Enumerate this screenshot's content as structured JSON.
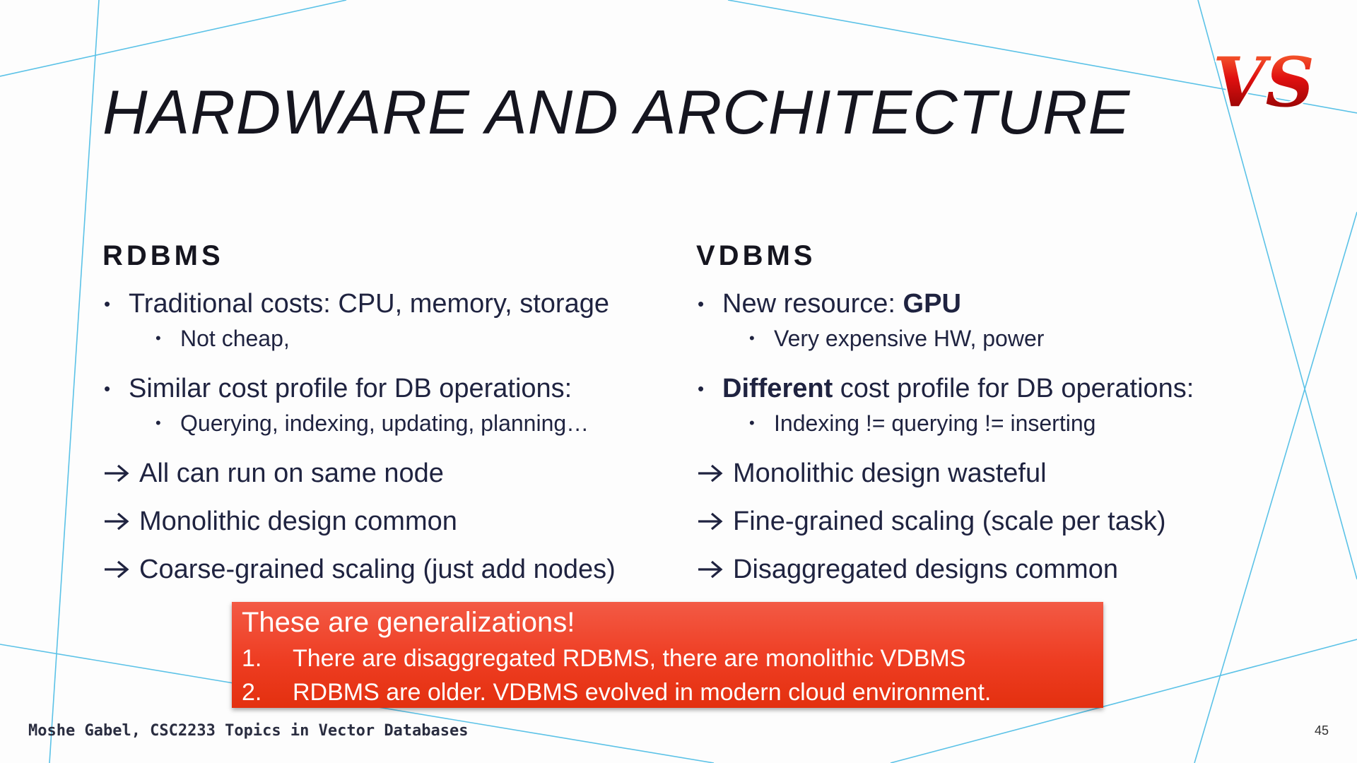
{
  "slide": {
    "title": "HARDWARE AND ARCHITECTURE",
    "logo_text": "VS",
    "accent_color": "#5bc2e7",
    "callout_color": "#ee3d22"
  },
  "left": {
    "heading": "RDBMS",
    "bullet1": "Traditional costs: CPU, memory, storage",
    "sub1": "Not cheap,",
    "bullet2": "Similar cost profile for DB operations:",
    "sub2": "Querying, indexing, updating, planning…",
    "arrows": [
      "All can run on same node",
      "Monolithic design common",
      "Coarse-grained scaling (just add nodes)"
    ]
  },
  "right": {
    "heading": "VDBMS",
    "bullet1_prefix": "New resource: ",
    "bullet1_bold": "GPU",
    "sub1": "Very expensive HW, power",
    "bullet2_bold": "Different",
    "bullet2_suffix": " cost profile for DB operations:",
    "sub2": "Indexing != querying != inserting",
    "arrows": [
      "Monolithic design wasteful",
      "Fine-grained scaling (scale per task)",
      "Disaggregated designs common"
    ]
  },
  "callout": {
    "title": "These are generalizations!",
    "items": [
      {
        "num": "1.",
        "text": "There are disaggregated RDBMS, there are monolithic VDBMS"
      },
      {
        "num": "2.",
        "text": "RDBMS are older. VDBMS evolved in modern cloud environment."
      }
    ]
  },
  "footer": {
    "author": "Moshe Gabel, CSC2233 Topics in Vector Databases",
    "page": "45"
  }
}
